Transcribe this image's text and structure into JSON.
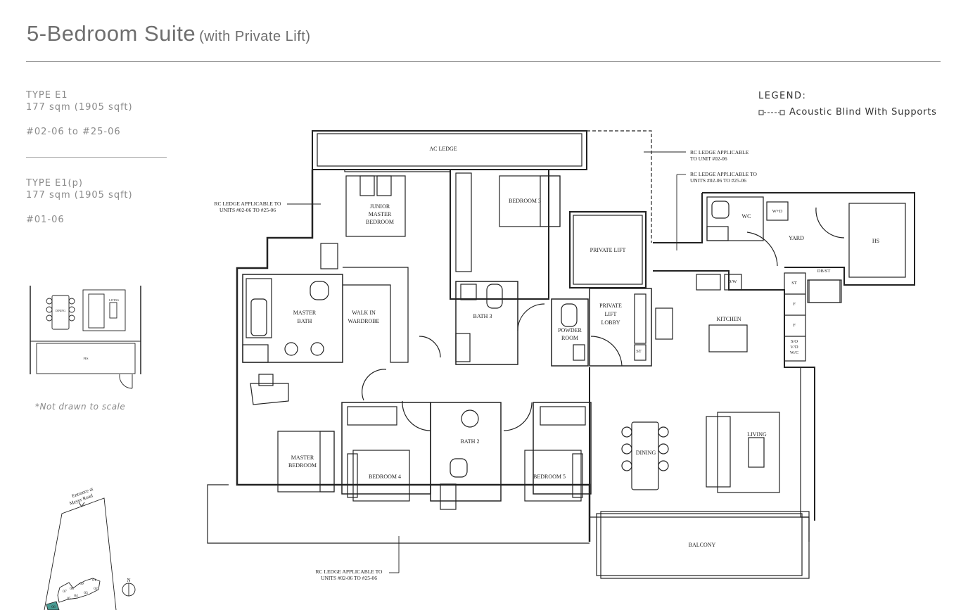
{
  "header": {
    "title": "5-Bedroom Suite",
    "subtitle": "(with Private Lift)"
  },
  "types": [
    {
      "name": "TYPE E1",
      "area": "177 sqm (1905 sqft)",
      "units": "#02-06 to #25-06"
    },
    {
      "name": "TYPE E1(p)",
      "area": "177 sqm (1905 sqft)",
      "units": "#01-06"
    }
  ],
  "note": "*Not drawn to scale",
  "legend": {
    "title": "LEGEND:",
    "item": "Acoustic Blind With Supports"
  },
  "key_plan": {
    "entrance": [
      "Entrance at",
      "Meyer Road"
    ],
    "units": [
      "07",
      "08",
      "09",
      "01",
      "06",
      "05",
      "04",
      "03",
      "02"
    ],
    "north": "N",
    "mini_labels": [
      "DINING",
      "LIVING",
      "PES"
    ]
  },
  "rooms": {
    "ac_ledge": "AC LEDGE",
    "junior_master": [
      "JUNIOR",
      "MASTER",
      "BEDROOM"
    ],
    "bedroom3": "BEDROOM 3",
    "private_lift": "PRIVATE LIFT",
    "wc": "WC",
    "wd": "W+D",
    "yard": "YARD",
    "hs": "HS",
    "dbst": "DB/ST",
    "st": "ST",
    "master_bath": [
      "MASTER",
      "BATH"
    ],
    "walk_in": [
      "WALK IN",
      "WARDROBE"
    ],
    "bath3": "BATH 3",
    "powder": [
      "POWDER",
      "ROOM"
    ],
    "lift_lobby": [
      "PRIVATE",
      "LIFT",
      "LOBBY"
    ],
    "dw": "D/W",
    "kitchen": "KITCHEN",
    "f1": "F",
    "f2": "F",
    "sovdwc": [
      "S/O",
      "V/D",
      "W/C"
    ],
    "st2": "ST",
    "master_bedroom": [
      "MASTER",
      "BEDROOM"
    ],
    "bedroom4": "BEDROOM 4",
    "bath2": "BATH 2",
    "bedroom5": "BEDROOM 5",
    "dining": "DINING",
    "living": "LIVING",
    "balcony": "BALCONY"
  },
  "annotations": {
    "rc_left": [
      "RC LEDGE APPLICABLE TO",
      "UNITS #02-06 TO #25-06"
    ],
    "rc_top1": [
      "RC LEDGE APPLICABLE",
      "TO UNIT #02-06"
    ],
    "rc_top2": [
      "RC LEDGE APPLICABLE TO",
      "UNITS #02-06 TO #25-06"
    ],
    "rc_bottom": [
      "RC LEDGE APPLICABLE TO",
      "UNITS #02-06 TO #25-06"
    ]
  }
}
